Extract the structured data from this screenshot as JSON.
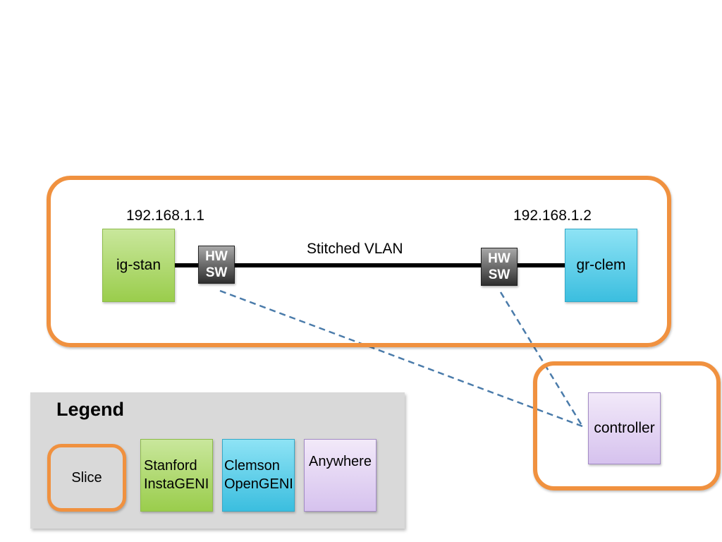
{
  "diagram": {
    "slice_main": {
      "node_left": {
        "ip": "192.168.1.1",
        "name": "ig-stan"
      },
      "node_right": {
        "ip": "192.168.1.2",
        "name": "gr-clem"
      },
      "link_label": "Stitched VLAN",
      "switch_left": {
        "line1": "HW",
        "line2": "SW"
      },
      "switch_right": {
        "line1": "HW",
        "line2": "SW"
      }
    },
    "slice_controller": {
      "node": {
        "name": "controller"
      }
    }
  },
  "legend": {
    "title": "Legend",
    "slice_label": "Slice",
    "items": [
      {
        "line1": "Stanford",
        "line2": "InstaGENI",
        "color": "#9ACD4C"
      },
      {
        "line1": "Clemson",
        "line2": "OpenGENI",
        "color": "#3BBEDF"
      },
      {
        "line1": "Anywhere",
        "line2": "",
        "color": "#D6C2EE"
      }
    ]
  },
  "colors": {
    "slice_border": "#F0913F",
    "control_link": "#4A7BAA",
    "data_link": "#000000"
  }
}
